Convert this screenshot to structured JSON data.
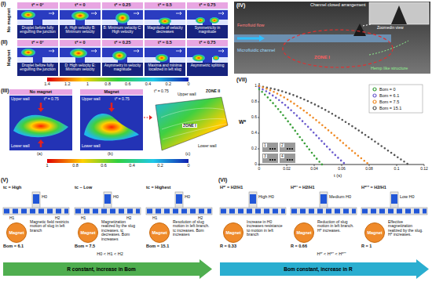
{
  "diagram": {
    "nodes": [
      {
        "text": [
          "Magnet"
        ]
      },
      {
        "text": [
          "Magnet"
        ]
      },
      {
        "text": [
          "Magnet"
        ]
      },
      {
        "text": [
          "R constant, increase in Bom"
        ]
      },
      {
        "text": [
          "Magnet"
        ]
      },
      {
        "text": [
          "Magnet"
        ]
      },
      {
        "text": [
          "Magnet"
        ]
      },
      {
        "text": [
          "Bom constant, increase in R"
        ]
      }
    ],
    "labels": [
      "(I)",
      "No magnet",
      "t* = 0°",
      "t* = 0",
      "t* = 0.25",
      "t* = 0.5",
      "t* = 0.75",
      "Droplet before fully engulfing the junction",
      "A: High velocity B: Minimum velocity",
      "B: Minimum velocity C: High velocity",
      "Magnitude of velocity decreases",
      "Symmetricity in magnitude",
      "(II)",
      "Magnet",
      "t* = 0°",
      "t* = 0",
      "t* = 0.25",
      "t* = 0.5",
      "t* = 0.75",
      "Droplet before fully engulfing the junction",
      "D: High velocity E: Minimum velocity",
      "Asymmetry in velocity magnitude",
      "Maxima and minima localized in left slug",
      "Asymmetric splitting",
      "1.4",
      "1.2",
      "1",
      "0.8",
      "0.6",
      "0.4",
      "0.2",
      "0",
      "(III)",
      "No magnet",
      "Magnet",
      "t* = 0.75",
      "Upper wall",
      "Lower wall",
      "(a)",
      "t* = 0.75",
      "Upper wall",
      "Lower wall",
      "(b)",
      "ZONE II",
      "t* = 0.75",
      "Upper wall",
      "ZONE I",
      "Lower wall",
      "(c)",
      "1",
      "0.8",
      "0.6",
      "0.4",
      "0.2",
      "0",
      "(IV)",
      "Channel closed arrangement",
      "Zoomedin view",
      "Ferrofluid flow",
      "Microfluidic channel",
      "ZONE I",
      "Hemp like structure",
      "(VII)",
      "W*",
      "t (s)",
      "0",
      "0.02",
      "0.04",
      "0.06",
      "0.08",
      "0.1",
      "0.12",
      "0",
      "0.2",
      "0.4",
      "0.6",
      "0.8",
      "1",
      "1",
      "2",
      "3",
      "4",
      "(V)",
      "tc = High",
      "H0",
      "H1",
      "H2",
      "Magnetic field restricts motion of slug in left branch",
      "Bom = 6.1",
      "tc ~ Low",
      "H0",
      "H1",
      "H2",
      "Magnetization realized by the slug increases. tc decreases. Bom increases",
      "Bom = 7.5",
      "tc = Highest",
      "H0",
      "H1",
      "H2",
      "Resolution of slug motion in left branch. tc increases. Bom increases",
      "Bom = 15.1",
      "H0 < H1 < H2",
      "(VI)",
      "H*' = H2/H1",
      "High H0",
      "Increase in H0 increases resistance to motion in left branch",
      "R = 0.33",
      "H*'' = H2/H1",
      "Medium H0",
      "Reduction of slug motion in left branch. H* increases.",
      "R = 0.66",
      "H*''' = H2/H1",
      "Low H0",
      "Effective magnetization realized by the slug. H* increases.",
      "R = 1",
      "H*' < H*'' < H*'''"
    ],
    "legend": [
      {
        "text": "Bom = 0"
      },
      {
        "text": "Bom = 6.1"
      },
      {
        "text": "Bom = 7.5"
      },
      {
        "text": "Bom = 15.1"
      }
    ]
  }
}
